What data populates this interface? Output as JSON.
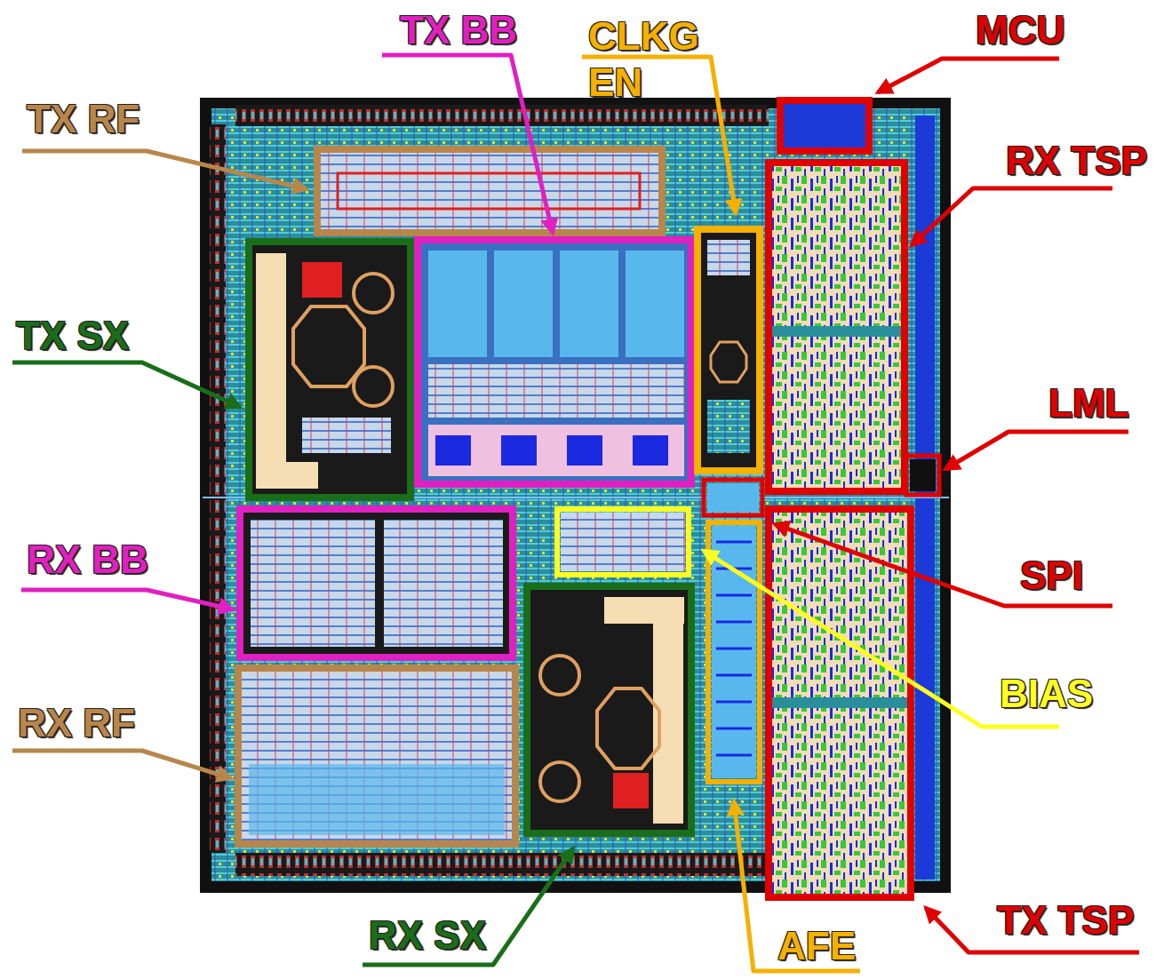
{
  "diagram": {
    "labels": [
      "TX BB",
      "CLKG EN",
      "MCU",
      "TX RF",
      "RX TSP",
      "TX SX",
      "LML",
      "RX BB",
      "SPI",
      "BIAS",
      "RX RF",
      "TX TSP",
      "RX SX",
      "AFE"
    ]
  }
}
